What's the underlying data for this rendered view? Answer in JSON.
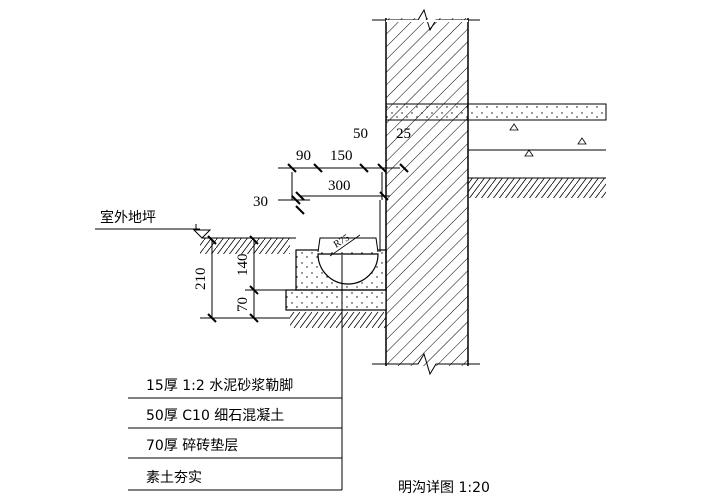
{
  "dimensions": {
    "d90": "90",
    "d150": "150",
    "d50": "50",
    "d25": "25",
    "d300": "300",
    "d30": "30",
    "d210": "210",
    "d140": "140",
    "d70": "70",
    "radius": "R75"
  },
  "ground_label": "室外地坪",
  "layers": [
    "15厚  1:2  水泥砂浆勒脚",
    "50厚  C10   细石混凝土",
    "70厚  碎砖垫层",
    "素土夯实"
  ],
  "title": "明沟详图 1:20"
}
